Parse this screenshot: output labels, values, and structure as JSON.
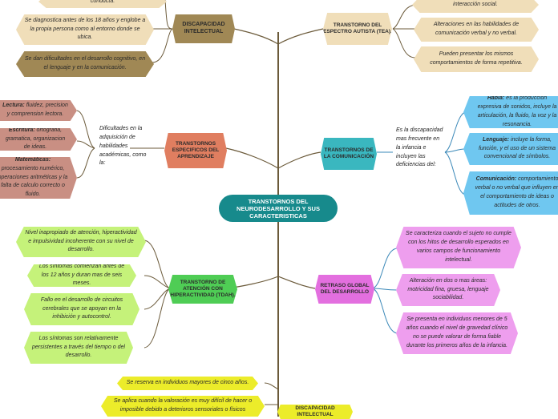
{
  "center": {
    "title": "TRANSTORNOS DEL NEURODESARROLLO Y SUS CARACTERISTICAS"
  },
  "discapacidad_intelectual_top": {
    "title": "DISCAPACIDAD INTELECTUAL",
    "items": [
      "conducta.",
      "Se diagnostica antes de los 18 años y englobe a la propia persona como al entorno donde se ubica.",
      "Se dan dificultades en el desarrollo cognitivo, en el lenguaje y en la comunicación."
    ]
  },
  "tea": {
    "title": "TRANSTORNO DEL ESPECTRO AUTISTA (TEA).",
    "items": [
      "interacción social.",
      "Alteraciones en las habilidades de comunicación verbal y no verbal.",
      "Pueden presentar los mismos comportamientos de forma repetitiva."
    ]
  },
  "aprendizaje": {
    "title": "TRANSTORNOS ESPECIFICOS DEL APRENDIZAJE",
    "intro": "Dificultades en la adquisición de habilidades académicas, como la:",
    "items": [
      {
        "term": "Lectura:",
        "text": " fluidez, precision y comprension lectora."
      },
      {
        "term": "Escritura:",
        "text": " ortografia, gramatica, organizacion de ideas."
      },
      {
        "term": "Matemáticas:",
        "text": " procesamiento numérico, operaciones aritméticas y la falta de calculo correcto o fluido."
      }
    ]
  },
  "comunicacion": {
    "title": "TRANSTORNOS DE LA COMUNICACIÓN",
    "intro": "Es la discapacidad mas frecuente en la infancia e incluyen las deficiencias del:",
    "items": [
      {
        "term": "Habla:",
        "text": " es la producción expresiva de sonidos, incluye la articulación, la fluido, la voz y la resonancia."
      },
      {
        "term": "Lenguaje:",
        "text": " incluye la forma, función, y el uso de un sistema convencional de símbolos."
      },
      {
        "term": "Comunicación:",
        "text": " comportamiento verbal o no verbal que influyen en el comportamiento de ideas o actitudes de otros."
      }
    ]
  },
  "tdah": {
    "title": "TRANSTORNO DE ATENCIÓN CON HIPERACTIVIDAD (TDAH).",
    "items": [
      "Nivel inapropiado de atención, hiperactividad e impulsividad incoherente con su nivel de desarrollo.",
      "Los síntomas comienzan antes de los 12 años y duran mas de seis meses.",
      "Fallo en el desarrollo de circuitos cerebrales que se apoyan en la inhibición y autocontrol.",
      "Los síntomas son relativamente persistentes a través del tiempo o del desarrollo."
    ]
  },
  "retraso": {
    "title": "RETRASO GLOBAL DEL DESARROLLO",
    "items": [
      "Se caracteriza cuando el sujeto no cumple con los hitos de desarrollo esperados en varios campos de funcionamiento intelectual.",
      "Alteración en dos o mas áreas: motricidad fina, gruesa, lenguaje sociabilidad.",
      "Se presenta en individuos menores de 5 años cuando el nivel de gravedad clínico no se puede valorar de forma fiable durante los primeros años de la infancia."
    ]
  },
  "discapacidad_intelectual_bottom": {
    "title": "DISCAPACIDAD INTELECTUAL",
    "items": [
      "Se reserva en individuos mayores de cinco años.",
      "Se aplica cuando la valoración es muy difícil de hacer o imposible debido a deterioros sensoriales o físicos"
    ]
  },
  "colors": {
    "center": "#178a8c",
    "trunk": "#6b5a3a",
    "brown": "#a08855",
    "beige": "#f0deb9",
    "rose": "#c98f83",
    "green": "#c5f27a",
    "pink": "#ee9eee",
    "blue": "#6fc7f0",
    "yellow": "#ecec2a"
  }
}
